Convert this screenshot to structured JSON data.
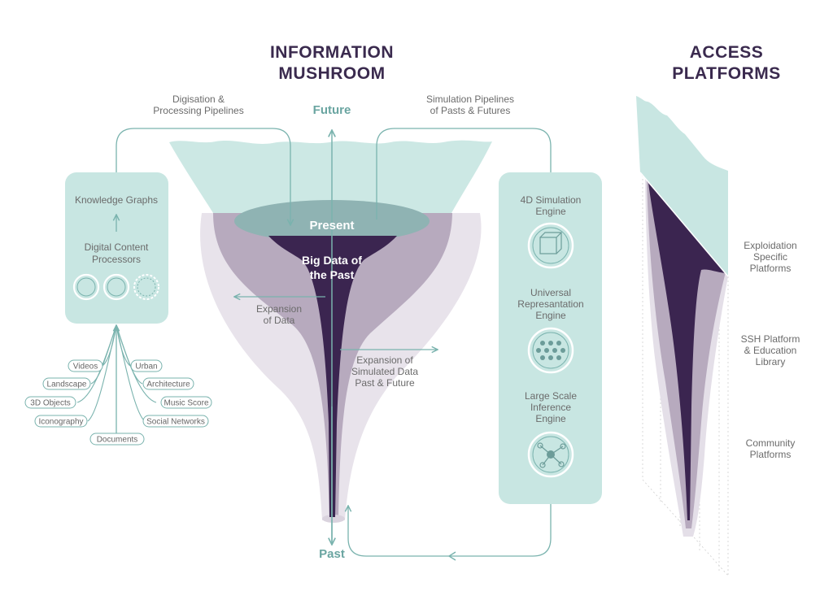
{
  "titles": {
    "mushroom_line1": "INFORMATION",
    "mushroom_line2": "MUSHROOM",
    "access_line1": "ACCESS",
    "access_line2": "PLATFORMS"
  },
  "axis": {
    "future": "Future",
    "past": "Past",
    "present": "Present",
    "big_data_line1": "Big Data of",
    "big_data_line2": "the Past"
  },
  "pipelines": {
    "digitisation_line1": "Digisation &",
    "digitisation_line2": "Processing Pipelines",
    "simulation_line1": "Simulation Pipelines",
    "simulation_line2": "of Pasts & Futures"
  },
  "expansion": {
    "data_line1": "Expansion",
    "data_line2": "of Data",
    "simulated_line1": "Expansion of",
    "simulated_line2": "Simulated Data",
    "simulated_line3": "Past & Future"
  },
  "left_panel": {
    "knowledge_graphs": "Knowledge Graphs",
    "processors_line1": "Digital Content",
    "processors_line2": "Processors"
  },
  "sources": [
    "Videos",
    "Urban",
    "Landscape",
    "Architecture",
    "3D Objects",
    "Music Score",
    "Iconography",
    "Social Networks",
    "Documents"
  ],
  "engines": {
    "sim_line1": "4D Simulation",
    "sim_line2": "Engine",
    "rep_line1": "Universal",
    "rep_line2": "Represantation",
    "rep_line3": "Engine",
    "inf_line1": "Large Scale",
    "inf_line2": "Inference",
    "inf_line3": "Engine"
  },
  "platforms": {
    "exploit_line1": "Exploidation",
    "exploit_line2": "Specific",
    "exploit_line3": "Platforms",
    "ssh_line1": "SSH Platform",
    "ssh_line2": "& Education",
    "ssh_line3": "Library",
    "community_line1": "Community",
    "community_line2": "Platforms"
  },
  "colors": {
    "teal_light": "#c7e5e1",
    "teal_line": "#7ab3ae",
    "purple_dark": "#3b2550",
    "purple_mid": "#b6a9bd",
    "purple_light": "#e7e2ea",
    "title": "#3a2a4e"
  }
}
